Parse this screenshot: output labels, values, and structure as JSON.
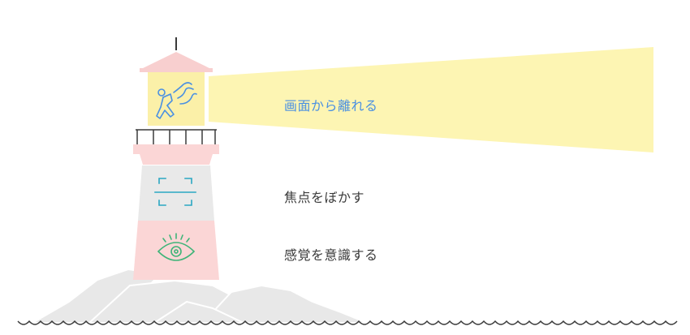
{
  "steps": [
    {
      "label": "画面から離れる",
      "icon": "walking-person-icon",
      "color": "#4a90e2"
    },
    {
      "label": "焦点をぼかす",
      "icon": "focus-frame-icon",
      "color": "#3a3a3a"
    },
    {
      "label": "感覚を意識する",
      "icon": "eye-icon",
      "color": "#3a3a3a"
    }
  ],
  "colors": {
    "beam": "#fdf5b3",
    "roof": "#f8cfcf",
    "lantern": "#fbf0a8",
    "band_pink": "#fbd6d6",
    "band_gray": "#e9e9e9",
    "rock": "#e8e8e8",
    "line": "#3a3a3a",
    "icon_blue": "#4a90e2",
    "icon_teal": "#2aa7c2",
    "icon_green": "#3fb478"
  }
}
